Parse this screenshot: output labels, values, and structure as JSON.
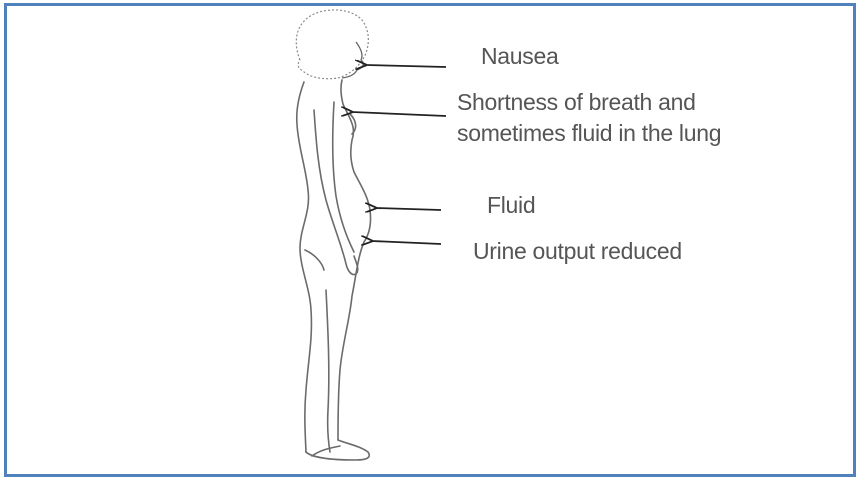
{
  "diagram": {
    "border_color": "#4f81bd",
    "figure": "standing-human-side-view",
    "labels": {
      "nausea": "Nausea",
      "breath_line1": "Shortness of breath and",
      "breath_line2": "sometimes fluid in the lung",
      "fluid": "Fluid",
      "urine": "Urine output reduced"
    }
  }
}
